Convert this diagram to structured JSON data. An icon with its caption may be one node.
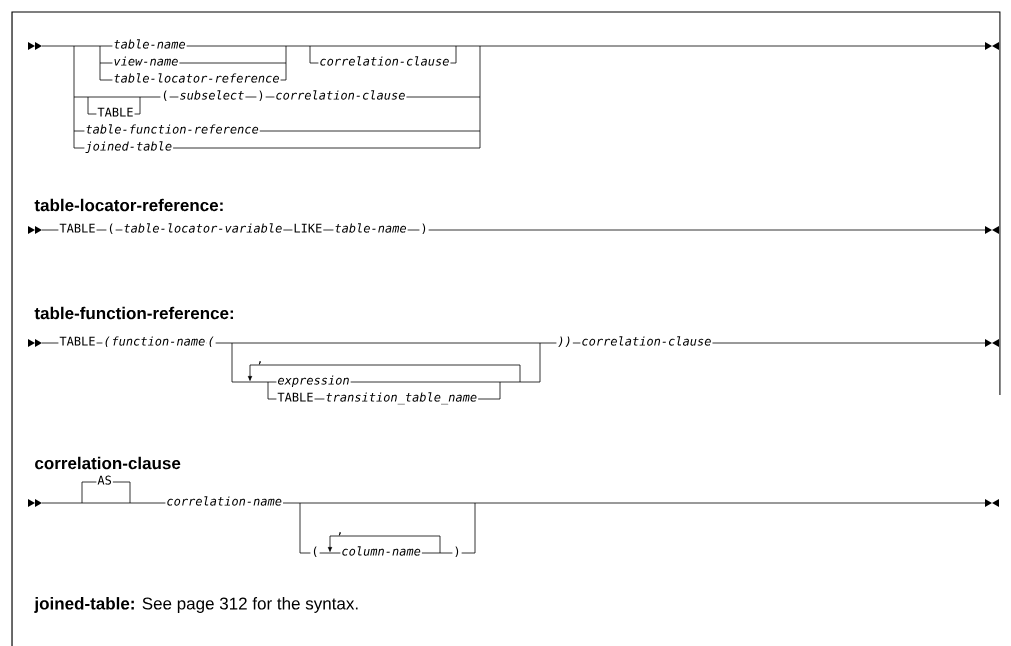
{
  "diagram": {
    "labels": [
      "table-name",
      "view-name",
      "table-locator-reference",
      "correlation-clause",
      "(",
      "subselect",
      ")",
      "correlation-clause",
      "TABLE",
      "table-function-reference",
      "joined-table",
      "table-locator-reference:",
      "TABLE",
      "(",
      "table-locator-variable",
      "LIKE",
      "table-name",
      ")",
      "table-function-reference:",
      "TABLE",
      "(",
      "function-name",
      "(",
      ",",
      "expression",
      "TABLE",
      "transition_table_name",
      "))",
      "correlation-clause",
      "correlation-clause",
      "AS",
      "correlation-name",
      "(",
      ",",
      "column-name",
      ")",
      "**joined-table:** See page 312 for the syntax."
    ]
  }
}
